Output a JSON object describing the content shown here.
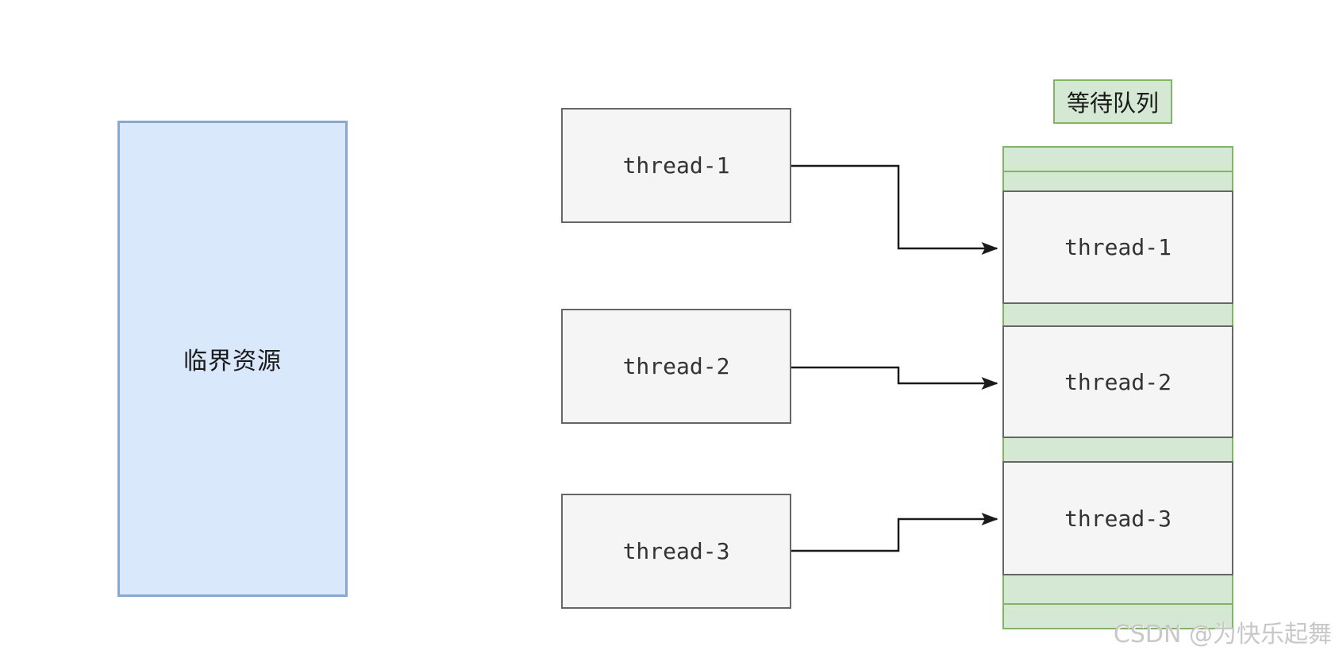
{
  "critical_resource": {
    "label": "临界资源"
  },
  "threads": [
    {
      "label": "thread-1"
    },
    {
      "label": "thread-2"
    },
    {
      "label": "thread-3"
    }
  ],
  "wait_queue": {
    "title": "等待队列",
    "items": [
      "thread-1",
      "thread-2",
      "thread-3"
    ]
  },
  "watermark": "CSDN @为快乐起舞",
  "colors": {
    "critical_resource_fill": "#dae8fc",
    "critical_resource_border": "#8aa7d2",
    "thread_fill": "#f5f5f5",
    "thread_border": "#666666",
    "queue_fill": "#d5e8d4",
    "queue_border": "#82b366",
    "arrow": "#1a1a1a",
    "thread_text": "#333333",
    "label_text": "#1a1a1a",
    "watermark_text": "#c8c8c8"
  }
}
